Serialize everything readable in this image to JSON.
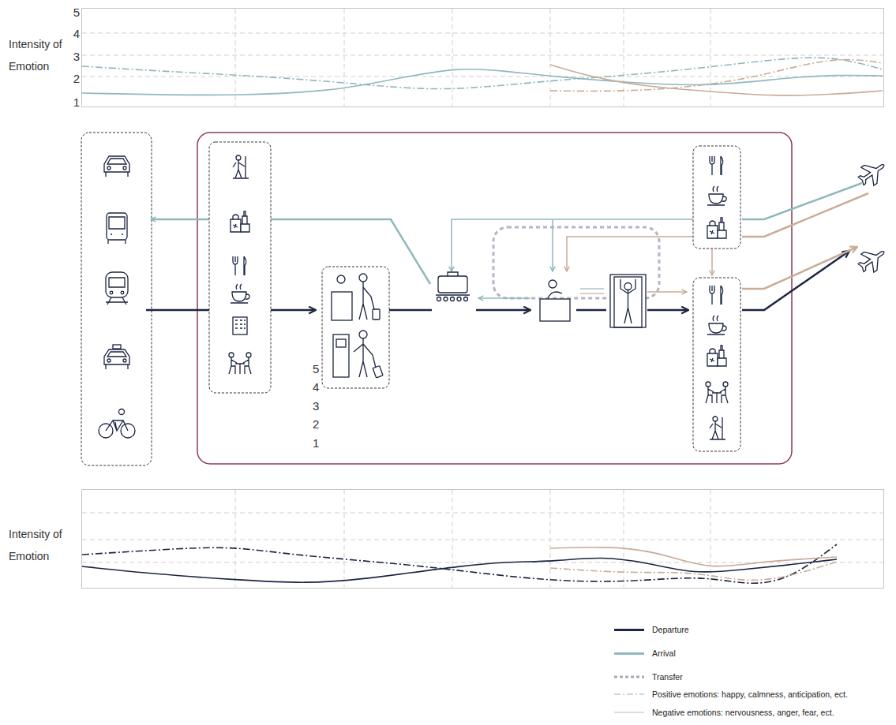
{
  "diagram": {
    "nodes": [
      {
        "text": [
          "Intensity of Emotion"
        ]
      },
      {
        "text": [
          "Intensity of Emotion"
        ]
      }
    ],
    "labels": [
      "5",
      "4",
      "3",
      "2",
      "1",
      "5",
      "4",
      "3",
      "2",
      "1"
    ],
    "legend": [
      {
        "text": "Departure",
        "color": "#1c2541"
      },
      {
        "text": "Arrival",
        "color": "#8fb8bd"
      },
      {
        "text": "Transfer"
      },
      {
        "text": "Positive emotions: happy, calmness, anticipation, ect."
      },
      {
        "text": "Negative emotions: nervousness, anger, fear, ect."
      }
    ]
  }
}
